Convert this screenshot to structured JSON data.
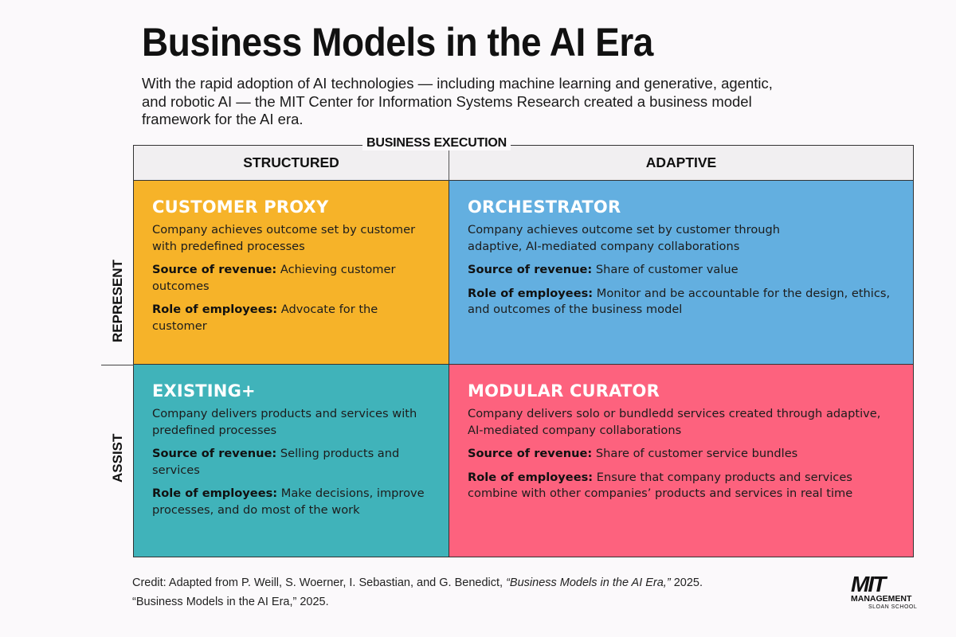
{
  "header": {
    "title": "Business Models in the AI Era",
    "subtitle": "With the rapid adoption of AI technologies — including machine learning and generative, agentic, and robotic AI — the MIT Center for Information Systems Research created a business model framework for the AI era."
  },
  "axes": {
    "horizontal_label": "BUSINESS EXECUTION",
    "columns": [
      "STRUCTURED",
      "ADAPTIVE"
    ],
    "rows": [
      "REPRESENT",
      "ASSIST"
    ]
  },
  "colors": {
    "customer_proxy": "#f6b329",
    "orchestrator": "#63afe0",
    "existing_plus": "#40b3ba",
    "modular_curator": "#fd627e",
    "header_bg": "#f1eff1"
  },
  "quadrants": {
    "customer_proxy": {
      "title": "CUSTOMER PROXY",
      "description": "Company achieves outcome set by customer with predefined processes",
      "revenue_label": "Source of revenue:",
      "revenue": "Achieving customer outcomes",
      "employees_label": "Role of employees:",
      "employees": "Advocate for the customer"
    },
    "orchestrator": {
      "title": "ORCHESTRATOR",
      "description": "Company achieves outcome set by customer through adaptive, AI-mediated company collaborations",
      "revenue_label": "Source of revenue:",
      "revenue": "Share of customer value",
      "employees_label": "Role of employees:",
      "employees": "Monitor and be accountable for the design, ethics, and outcomes of the business model"
    },
    "existing_plus": {
      "title": "EXISTING+",
      "description": "Company delivers products and services with predefined processes",
      "revenue_label": "Source of revenue:",
      "revenue": "Selling products and services",
      "employees_label": "Role of employees:",
      "employees": "Make decisions, improve processes, and do most of the work"
    },
    "modular_curator": {
      "title": "MODULAR CURATOR",
      "description": "Company delivers solo or bundledd services created through adaptive, AI-mediated company collaborations",
      "revenue_label": "Source of revenue:",
      "revenue": "Share of customer service bundles",
      "employees_label": "Role of employees:",
      "employees": "Ensure that company products and services combine with other companies’ products and services in real time"
    }
  },
  "credit": {
    "prefix": "Credit: Adapted from P. Weill, S. Woerner, I. Sebastian, and G. Benedict, ",
    "title_italic": "“Business Models in the AI Era,”",
    "year": " 2025.",
    "line2": "“Business Models in the AI Era,” 2025."
  },
  "logo": {
    "mit": "MIT",
    "management": "MANAGEMENT",
    "school": "SLOAN SCHOOL"
  }
}
